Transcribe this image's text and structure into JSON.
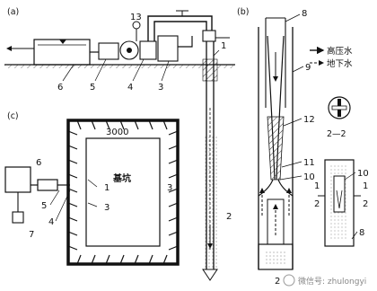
{
  "panel_a": {
    "label": "(a)",
    "numbers": [
      "13",
      "1",
      "6",
      "5",
      "4",
      "3",
      "2"
    ]
  },
  "panel_b": {
    "label": "(b)",
    "numbers": [
      "8",
      "9",
      "12",
      "11",
      "10",
      "2"
    ],
    "legend": [
      "高压水",
      "地下水"
    ]
  },
  "panel_c": {
    "label": "(c)",
    "dimension": "3000",
    "pit_label": "基坑",
    "numbers": [
      "6",
      "5",
      "4",
      "7",
      "1",
      "3",
      "3"
    ]
  },
  "section": {
    "title": "2—2",
    "numbers": [
      "10",
      "8"
    ],
    "cut_marks": [
      "1",
      "2",
      "1",
      "2"
    ]
  },
  "watermark": "微信号: zhulongyi",
  "colors": {
    "ink": "#1a1a1a",
    "water": "#d0d0d0",
    "ground": "#555555"
  }
}
